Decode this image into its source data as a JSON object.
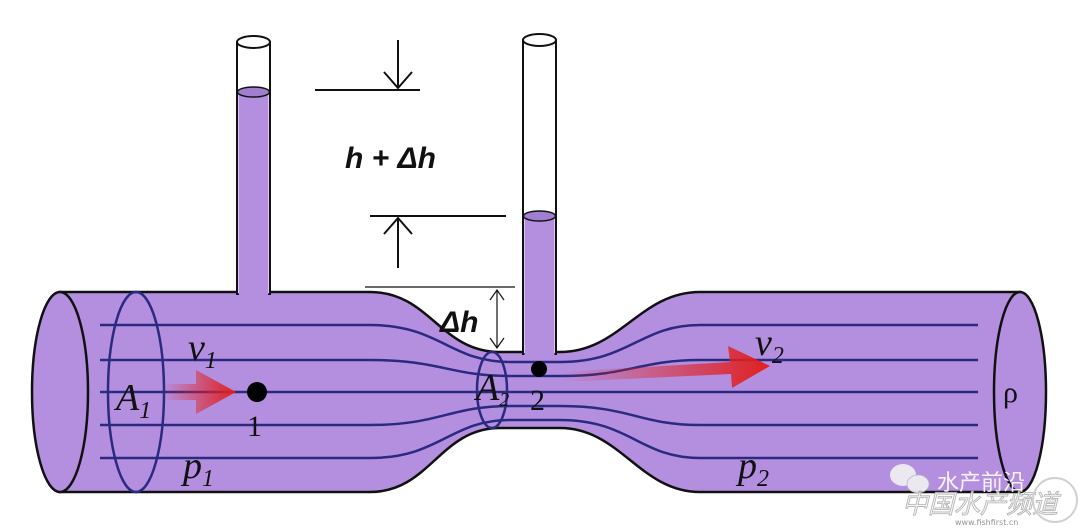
{
  "diagram": {
    "labels": {
      "head_total": "h  +  Δh",
      "head_delta": "Δh",
      "v1": "v",
      "v1_sub": "1",
      "v2": "v",
      "v2_sub": "2",
      "A1": "A",
      "A1_sub": "1",
      "A2": "A",
      "A2_sub": "2",
      "p1": "p",
      "p1_sub": "1",
      "p2": "p",
      "p2_sub": "2",
      "point1": "1",
      "point2": "2",
      "density": "ρ"
    },
    "colors": {
      "fluid": "#b48fe0",
      "streamline": "#2a2a80",
      "arrow": "#e02020"
    }
  },
  "watermark": {
    "account": "水产前沿",
    "site_name": "中国水产频道",
    "url": "www.fishfirst.cn"
  }
}
